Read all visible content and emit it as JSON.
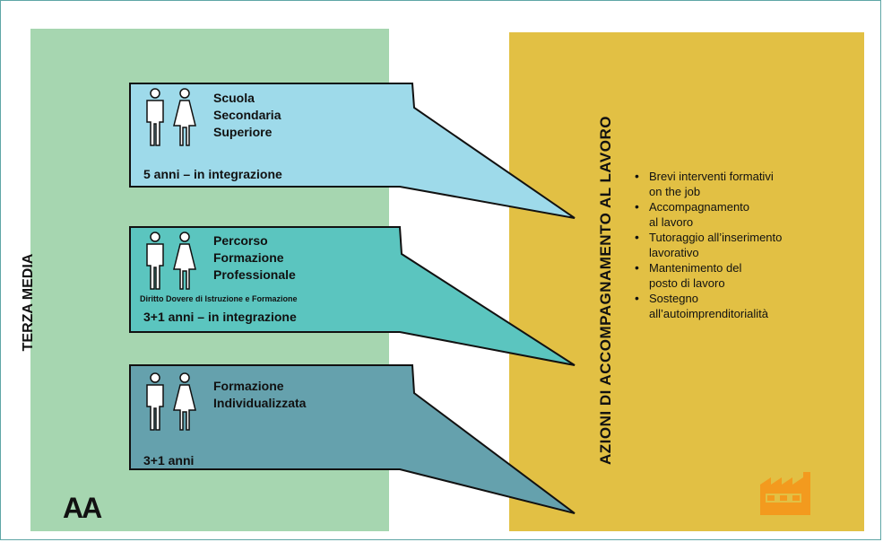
{
  "left_panel_label": "TERZA MEDIA",
  "right_panel_label": "AZIONI DI ACCOMPAGNAMENTO AL LAVORO",
  "paths": [
    {
      "title_lines": [
        "Scuola",
        "Secondaria",
        "Superiore"
      ],
      "note": "",
      "footer": "5 anni – in integrazione",
      "color": "#9edaea"
    },
    {
      "title_lines": [
        "Percorso",
        "Formazione",
        "Professionale"
      ],
      "note": "Diritto Dovere di Istruzione e Formazione",
      "footer": "3+1 anni – in integrazione",
      "color": "#5bc5bf"
    },
    {
      "title_lines": [
        "Formazione",
        "Individualizzata"
      ],
      "note": "",
      "footer": "3+1 anni",
      "color": "#65a1ad"
    }
  ],
  "actions": [
    {
      "lines": [
        "Brevi interventi formativi",
        "on the job"
      ]
    },
    {
      "lines": [
        "Accompagnamento",
        "al lavoro"
      ]
    },
    {
      "lines": [
        "Tutoraggio all’inserimento",
        "lavorativo"
      ]
    },
    {
      "lines": [
        "Mantenimento del",
        "posto di lavoro"
      ]
    },
    {
      "lines": [
        "Sostegno",
        "all’autoimprenditorialità"
      ]
    }
  ],
  "logo_text": "AA",
  "colors": {
    "left_panel": "#a6d6b0",
    "right_panel": "#e2c044",
    "factory_icon": "#f39a1e",
    "frame": "#5fa6a6"
  },
  "icons": [
    "man-figure-icon",
    "woman-figure-icon",
    "factory-icon"
  ]
}
